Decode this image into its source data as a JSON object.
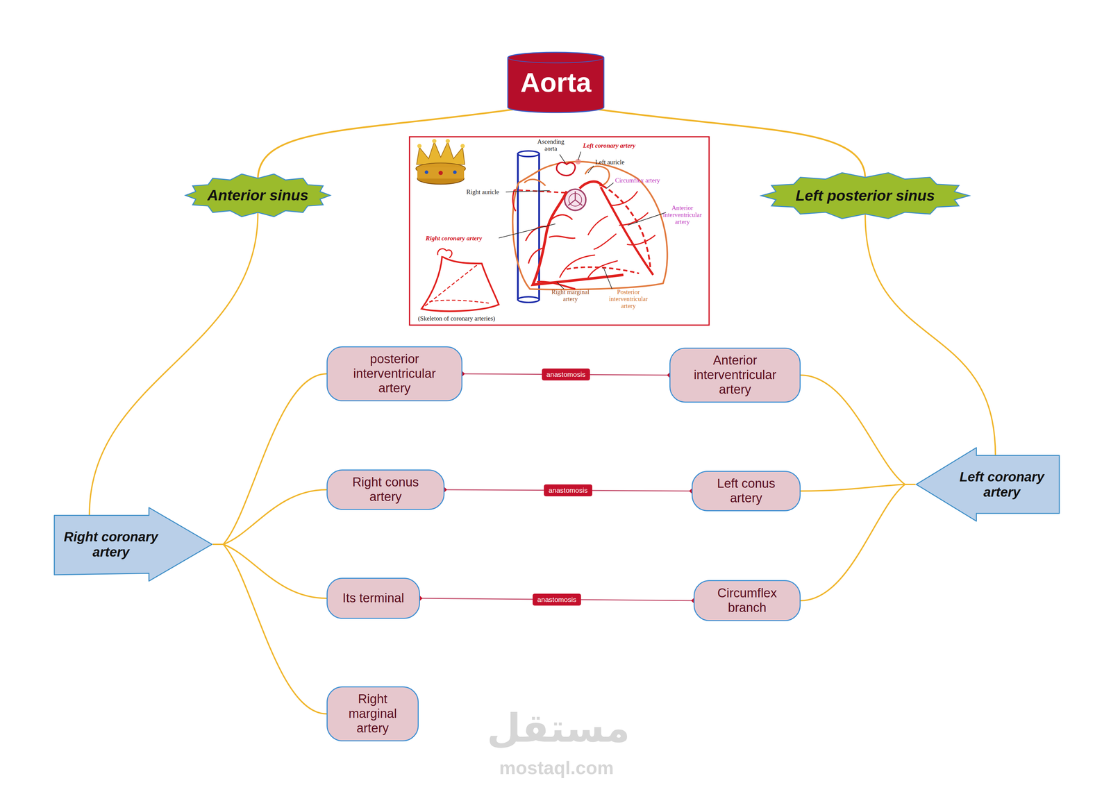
{
  "diagram": {
    "nodes": [
      {
        "text": [
          "Aorta"
        ]
      },
      {
        "text": [
          "Anterior sinus"
        ]
      },
      {
        "text": [
          "Left posterior sinus"
        ]
      },
      {
        "text": [
          "Right coronary artery"
        ]
      },
      {
        "text": [
          "Left coronary artery"
        ]
      },
      {
        "text": [
          "posterior interventricular artery"
        ]
      },
      {
        "text": [
          "Anterior interventricular artery"
        ]
      },
      {
        "text": [
          "Right conus artery"
        ]
      },
      {
        "text": [
          "Left conus artery"
        ]
      },
      {
        "text": [
          "Its terminal"
        ]
      },
      {
        "text": [
          "Circumflex branch"
        ]
      },
      {
        "text": [
          "Right marginal artery"
        ]
      }
    ],
    "edges": [
      {
        "from": 0,
        "to": 1,
        "arrow": "none"
      },
      {
        "from": 0,
        "to": 2,
        "arrow": "none"
      },
      {
        "from": 1,
        "to": 3,
        "arrow": "none"
      },
      {
        "from": 2,
        "to": 4,
        "arrow": "none"
      },
      {
        "from": 3,
        "to": 5,
        "arrow": "none"
      },
      {
        "from": 3,
        "to": 7,
        "arrow": "none"
      },
      {
        "from": 3,
        "to": 9,
        "arrow": "none"
      },
      {
        "from": 3,
        "to": 11,
        "arrow": "none"
      },
      {
        "from": 4,
        "to": 6,
        "arrow": "none"
      },
      {
        "from": 4,
        "to": 8,
        "arrow": "none"
      },
      {
        "from": 4,
        "to": 10,
        "arrow": "none"
      },
      {
        "from": 5,
        "to": 6,
        "label": "anastomosis",
        "arrow": "both"
      },
      {
        "from": 7,
        "to": 8,
        "label": "anastomosis",
        "arrow": "both"
      },
      {
        "from": 9,
        "to": 10,
        "label": "anastomosis",
        "arrow": "both"
      }
    ],
    "labels": [
      "Ascending aorta",
      "Left coronary artery",
      "Left auricle",
      "Circumflex artery",
      "Right auricle",
      "Anterior interventricular artery",
      "Right coronary artery",
      "Right marginal artery",
      "Posterior interventricular artery",
      "(Skeleton of coronary arteries)",
      "مستقل",
      "mostaql.com"
    ]
  }
}
